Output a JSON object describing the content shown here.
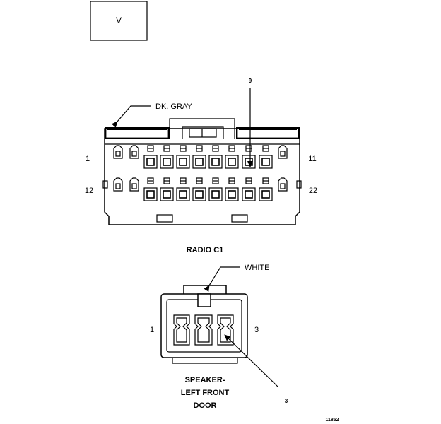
{
  "view_box": {
    "label": "V"
  },
  "radio_connector": {
    "color_label": "DK. GRAY",
    "callout_pin": "9",
    "pin_labels": {
      "top_left": "1",
      "top_right": "11",
      "bottom_left": "12",
      "bottom_right": "22"
    },
    "caption": "RADIO C1"
  },
  "speaker_connector": {
    "color_label": "WHITE",
    "callout_pin": "3",
    "pin_labels": {
      "left": "1",
      "right": "3"
    },
    "caption_lines": [
      "SPEAKER-",
      "LEFT FRONT",
      "DOOR"
    ]
  },
  "figure_id": "11852"
}
